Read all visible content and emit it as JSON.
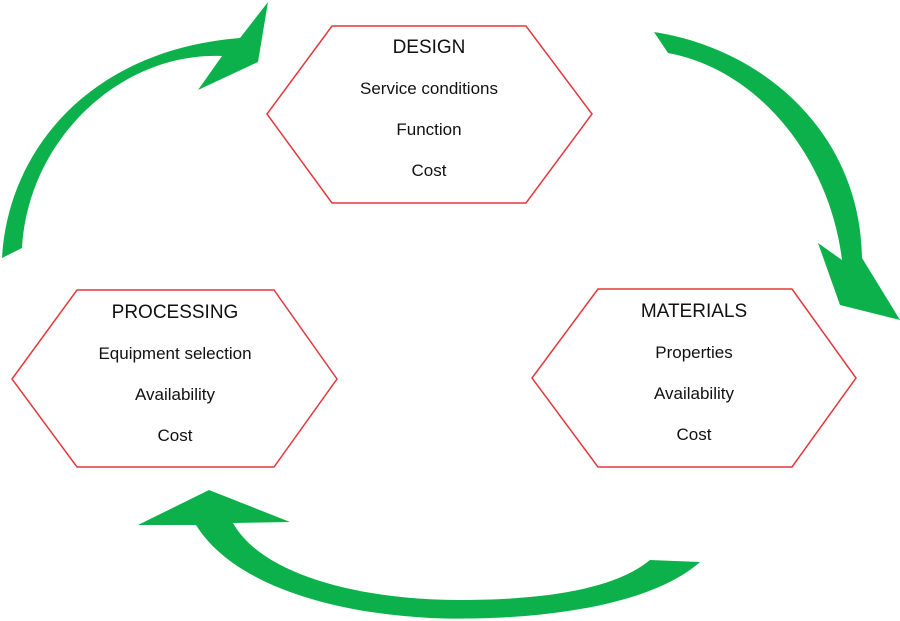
{
  "colors": {
    "arrow": "#0cb14b",
    "hex_border": "#e0393e",
    "text": "#111111",
    "background": "#ffffff"
  },
  "nodes": [
    {
      "id": "design",
      "title": "DESIGN",
      "lines": [
        "Service conditions",
        "Function",
        "Cost"
      ]
    },
    {
      "id": "materials",
      "title": "MATERIALS",
      "lines": [
        "Properties",
        "Availability",
        "Cost"
      ]
    },
    {
      "id": "processing",
      "title": "PROCESSING",
      "lines": [
        "Equipment selection",
        "Availability",
        "Cost"
      ]
    }
  ],
  "edges": [
    {
      "from": "processing",
      "to": "design"
    },
    {
      "from": "design",
      "to": "materials"
    },
    {
      "from": "materials",
      "to": "processing"
    }
  ]
}
